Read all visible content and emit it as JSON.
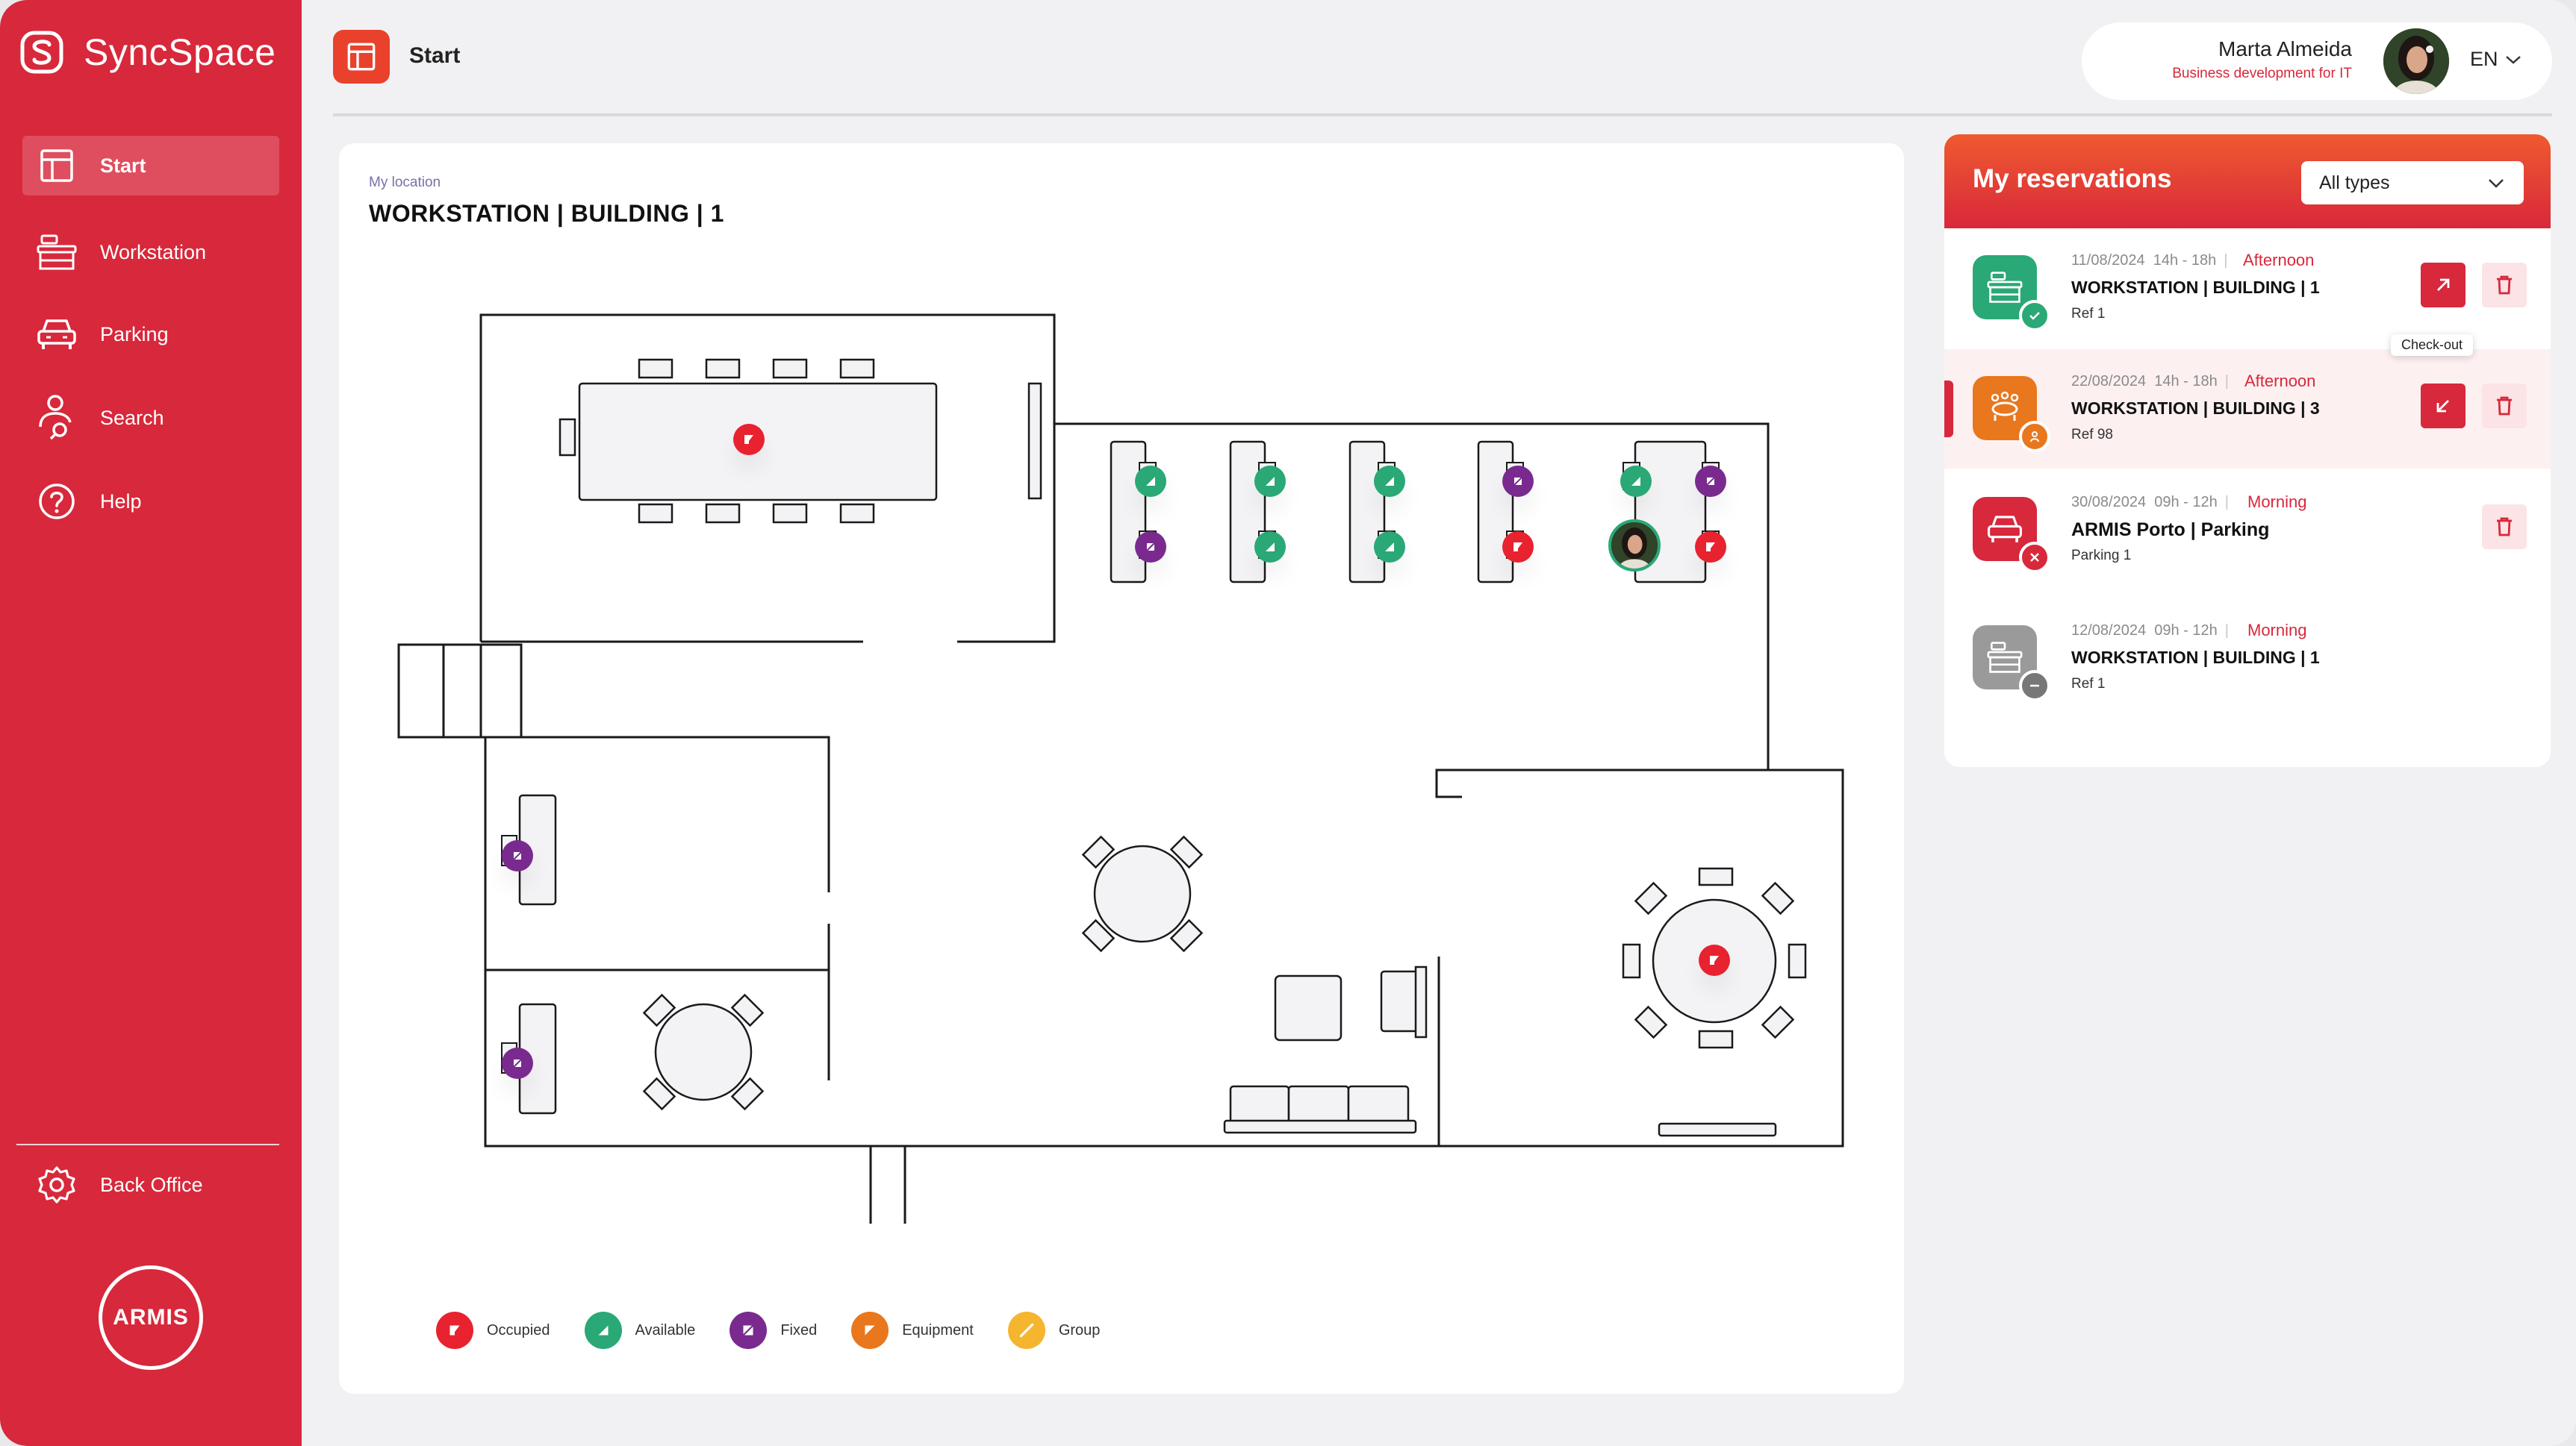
{
  "brand": {
    "name": "SyncSpace",
    "logo_letter": "S"
  },
  "nav": {
    "items": [
      {
        "label": "Start",
        "icon": "layout-icon",
        "active": true
      },
      {
        "label": "Workstation",
        "icon": "desk-icon",
        "active": false
      },
      {
        "label": "Parking",
        "icon": "car-icon",
        "active": false
      },
      {
        "label": "Search",
        "icon": "person-search-icon",
        "active": false
      },
      {
        "label": "Help",
        "icon": "help-icon",
        "active": false
      }
    ],
    "back_office": "Back Office",
    "company_logo": "ARMIS"
  },
  "header": {
    "title": "Start"
  },
  "user": {
    "name": "Marta Almeida",
    "role": "Business development for IT",
    "language": "EN"
  },
  "map": {
    "location_label": "My location",
    "location_title": "WORKSTATION | BUILDING | 1",
    "legend": [
      {
        "label": "Occupied",
        "color": "#e8222f"
      },
      {
        "label": "Available",
        "color": "#2aa876"
      },
      {
        "label": "Fixed",
        "color": "#7a2a8f"
      },
      {
        "label": "Equipment",
        "color": "#e9771e"
      },
      {
        "label": "Group",
        "color": "#f5b52e"
      }
    ]
  },
  "reservations": {
    "title": "My reservations",
    "filter": "All types",
    "tooltip": "Check-out",
    "items": [
      {
        "date": "11/08/2024",
        "time": "14h - 18h",
        "period": "Afternoon",
        "name": "WORKSTATION | BUILDING | 1",
        "ref": "Ref 1",
        "icon_color": "#2aa876",
        "status": "confirmed",
        "has_checkin": true
      },
      {
        "date": "22/08/2024",
        "time": "14h - 18h",
        "period": "Afternoon",
        "name": "WORKSTATION | BUILDING | 3",
        "ref": "Ref 98",
        "icon_color": "#e9771e",
        "status": "group",
        "has_checkin": true
      },
      {
        "date": "30/08/2024",
        "time": "09h - 12h",
        "period": "Morning",
        "name": "ARMIS Porto | Parking",
        "ref": "Parking 1",
        "icon_color": "#d8283b",
        "status": "cancelled",
        "has_checkin": false
      },
      {
        "date": "12/08/2024",
        "time": "09h - 12h",
        "period": "Morning",
        "name": "WORKSTATION | BUILDING | 1",
        "ref": "Ref 1",
        "icon_color": "#9a9a9a",
        "status": "expired",
        "has_checkin": false
      }
    ]
  },
  "colors": {
    "brand": "#d8283b",
    "accent": "#e9412c"
  }
}
